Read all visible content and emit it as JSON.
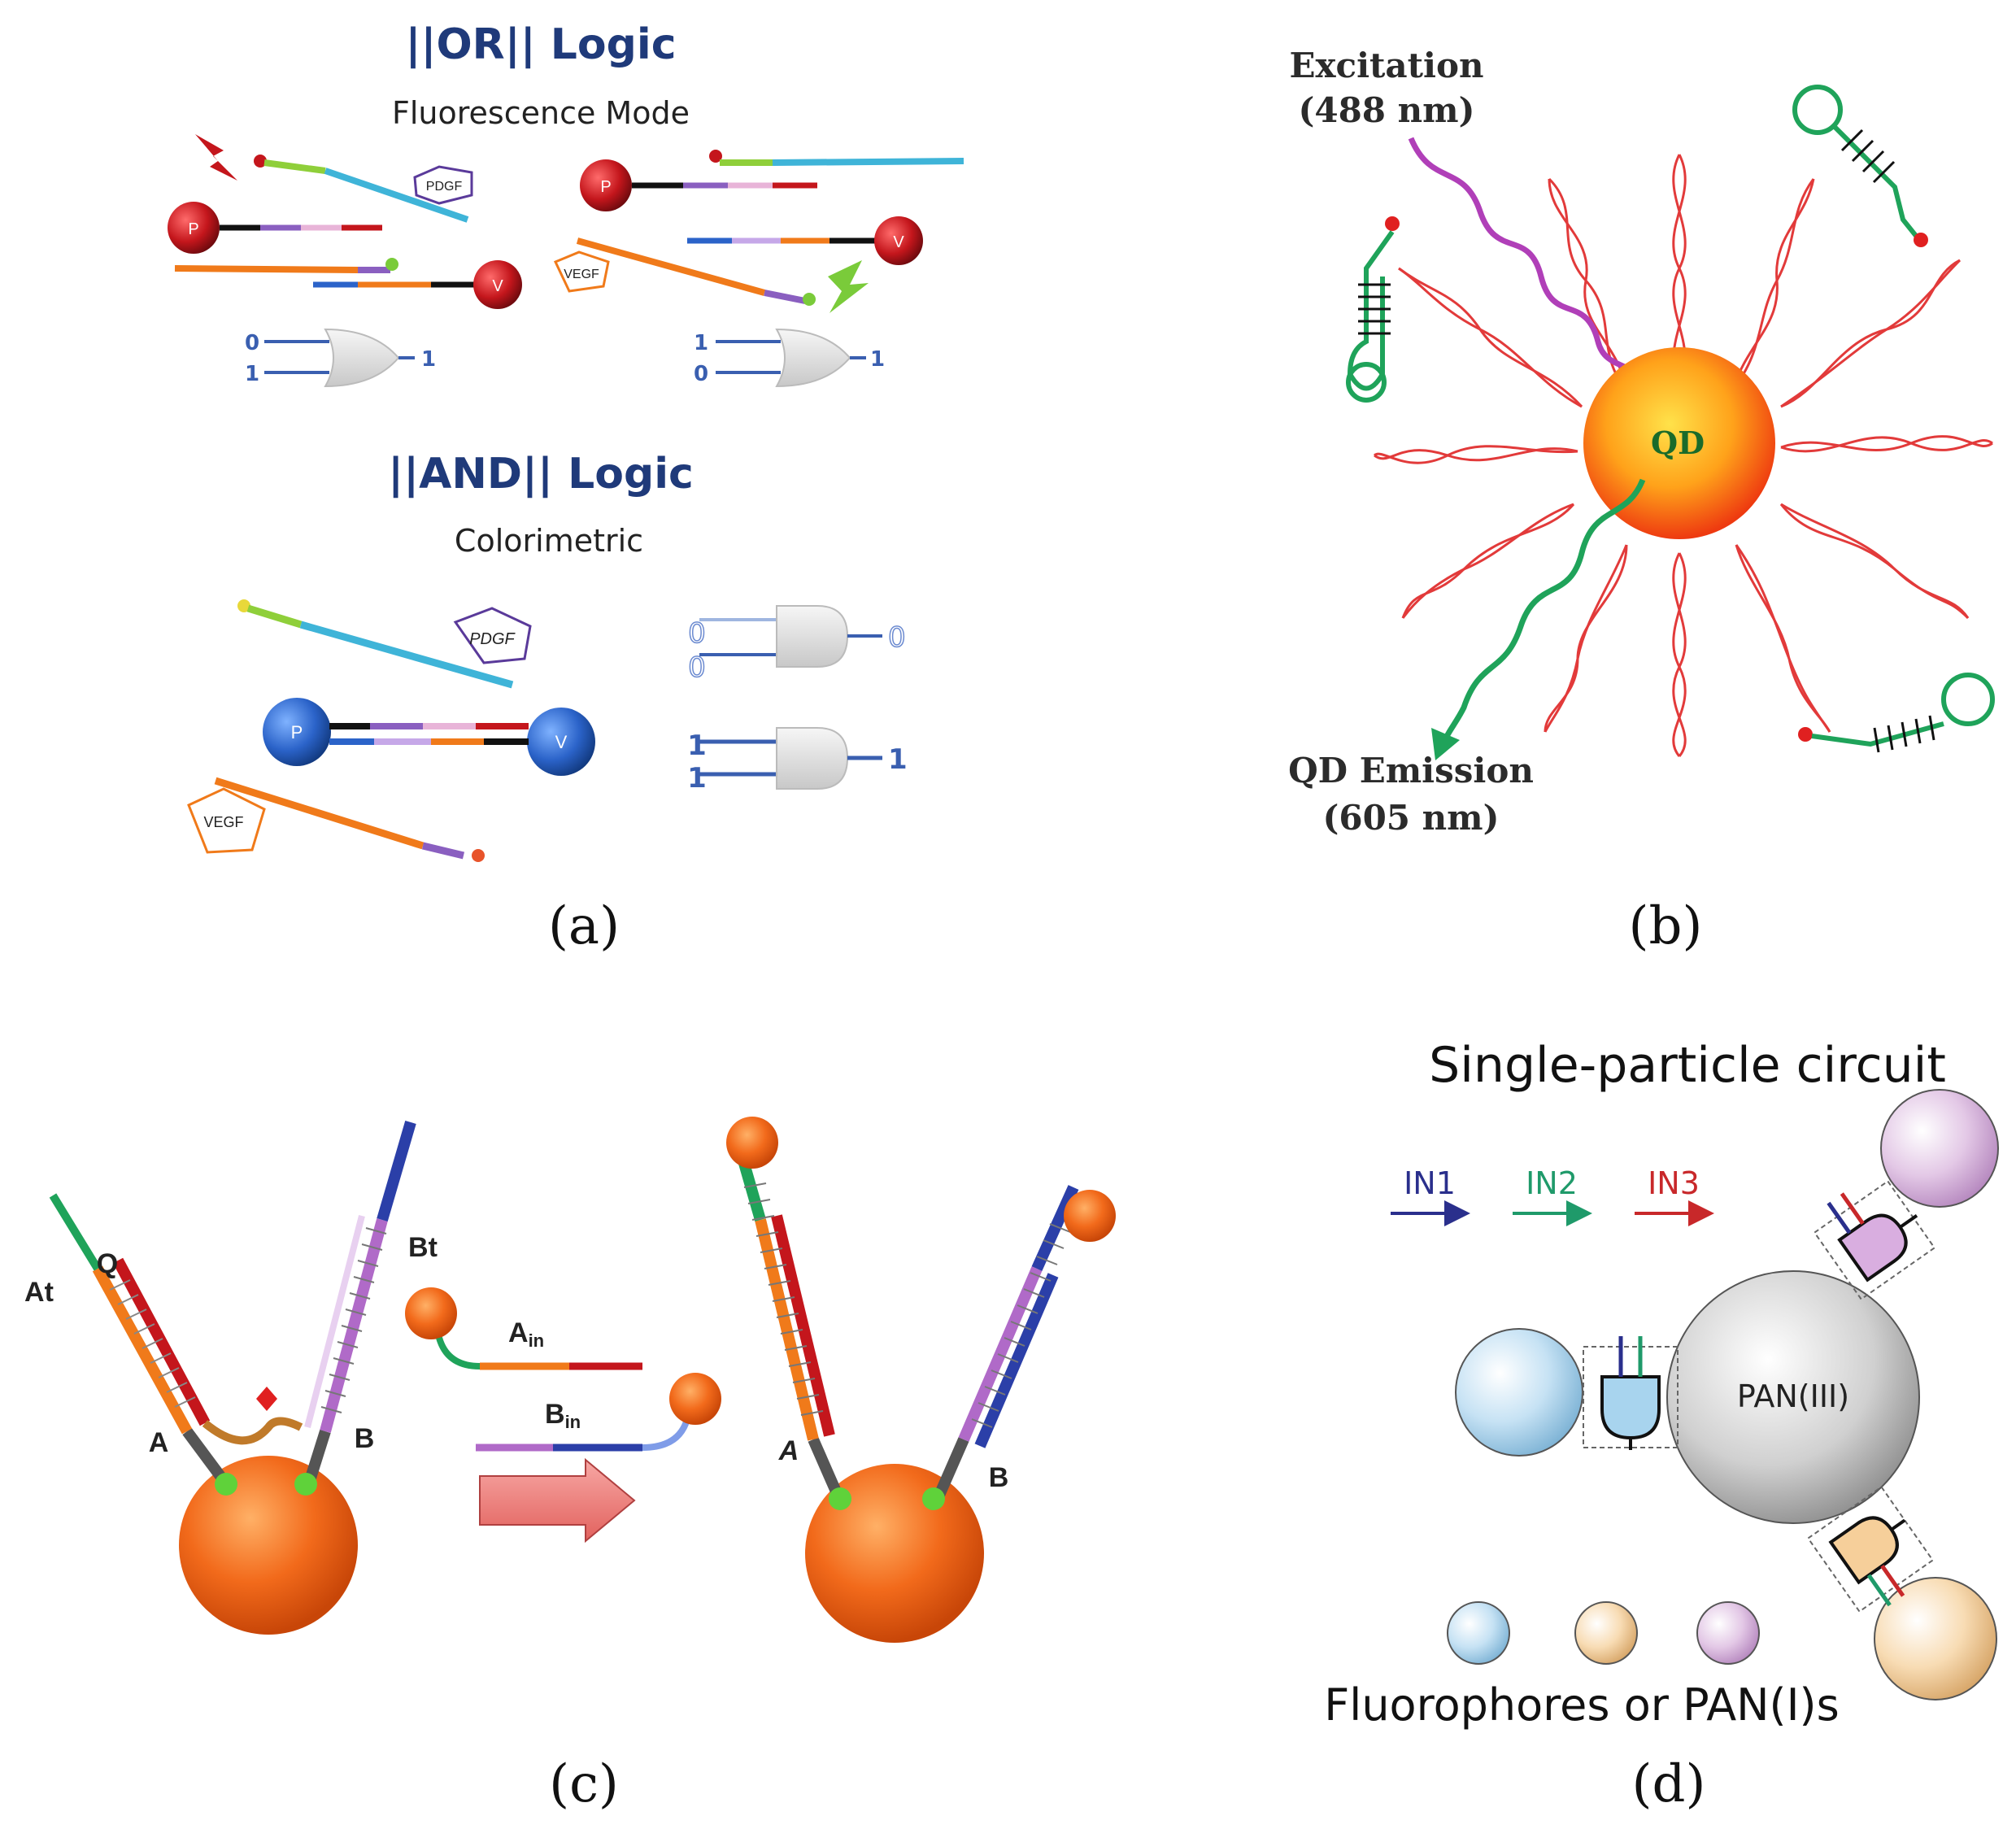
{
  "panel_a": {
    "or_title": "||OR|| Logic",
    "or_subtitle": "Fluorescence Mode",
    "and_title": "||AND|| Logic",
    "and_subtitle": "Colorimetric",
    "pdgf": "PDGF",
    "vegf": "VEGF",
    "p": "P",
    "v": "V",
    "or_gate1_inputs": [
      "0",
      "1"
    ],
    "or_gate1_output": "1",
    "or_gate2_inputs": [
      "1",
      "0"
    ],
    "or_gate2_output": "1",
    "and_gate1_inputs": [
      "0",
      "0"
    ],
    "and_gate1_output": "0",
    "and_gate2_inputs": [
      "1",
      "1"
    ],
    "and_gate2_output": "1",
    "caption": "(a)"
  },
  "panel_b": {
    "excitation": "Excitation",
    "excitation_wl": "(488 nm)",
    "qd": "QD",
    "emission": "QD Emission",
    "emission_wl": "(605 nm)",
    "caption": "(b)"
  },
  "panel_c": {
    "at": "At",
    "q": "Q",
    "bt": "Bt",
    "a": "A",
    "b": "B",
    "ain_main": "A",
    "ain_sub": "in",
    "bin_main": "B",
    "bin_sub": "in",
    "a_right": "A",
    "b_right": "B",
    "caption": "(c)"
  },
  "panel_d": {
    "title": "Single-particle circuit",
    "in1": "IN1",
    "in2": "IN2",
    "in3": "IN3",
    "pan3": "PAN(III)",
    "footer": "Fluorophores or PAN(I)s",
    "caption": "(d)"
  },
  "colors": {
    "navy": "#1f3a7a",
    "gate_blue": "#3a5fb0",
    "red": "#d42a2a",
    "green": "#1fa35a",
    "magenta": "#b03fb8",
    "orange": "#f07a1a",
    "cyan": "#3fb4d8",
    "in1": "#2a2f8c",
    "in2": "#1f9a6a",
    "in3": "#c8282a"
  }
}
